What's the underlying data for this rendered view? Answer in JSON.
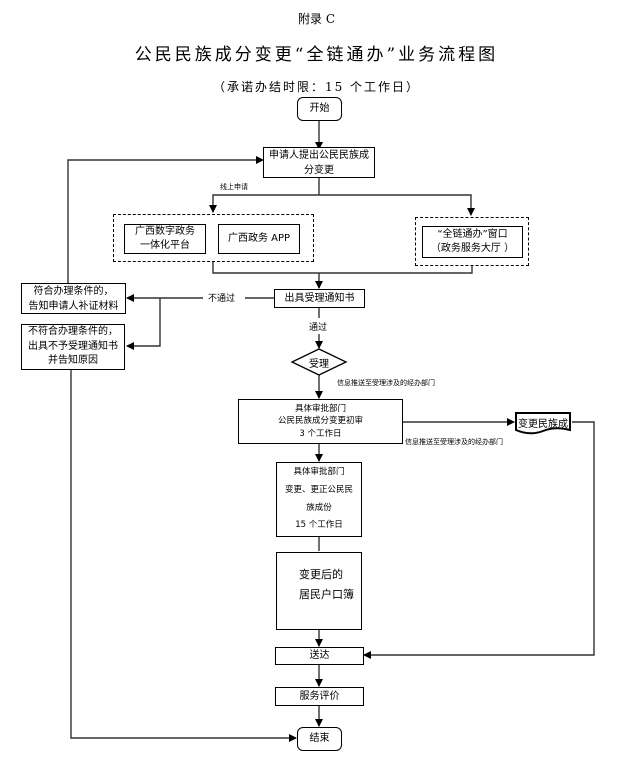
{
  "header": {
    "appendix": "附录 C",
    "title": "公民民族成分变更“全链通办”业务流程图",
    "subtitle": "（承诺办结时限：15 个工作日）"
  },
  "nodes": {
    "start": "开始",
    "apply": [
      "申请人提出公民民族成",
      "分变更"
    ],
    "online_label": "线上申请",
    "gx_platform": [
      "广西数字政务",
      "一体化平台"
    ],
    "gx_app": "广西政务 APP",
    "window": [
      "“全链通办”窗口",
      "（政务服务大厅 ）"
    ],
    "fail_label": "不通过",
    "issue_notice": "出具受理通知书",
    "supplement": [
      "符合办理条件的，",
      "告知申请人补证材料"
    ],
    "reject": [
      "不符合办理条件的，",
      "出具不予受理通知书",
      "并告知原因"
    ],
    "pass_label": "通过",
    "accept": "受理",
    "push_label_1": "信息推送至受理涉及的经办部门",
    "initial_review": [
      "具体审批部门",
      "公民民族成分变更初审",
      "3 个工作日"
    ],
    "change_doc": "变更民族成",
    "push_label_2": "信息推送至受理涉及的经办部门",
    "final_review": [
      "具体审批部门",
      "变更、更正公民民",
      "族成份",
      "15 个工作日"
    ],
    "household": [
      "变更后的",
      "居民户口簿"
    ],
    "delivery": "送达",
    "evaluation": "服务评价",
    "end": "结束"
  }
}
